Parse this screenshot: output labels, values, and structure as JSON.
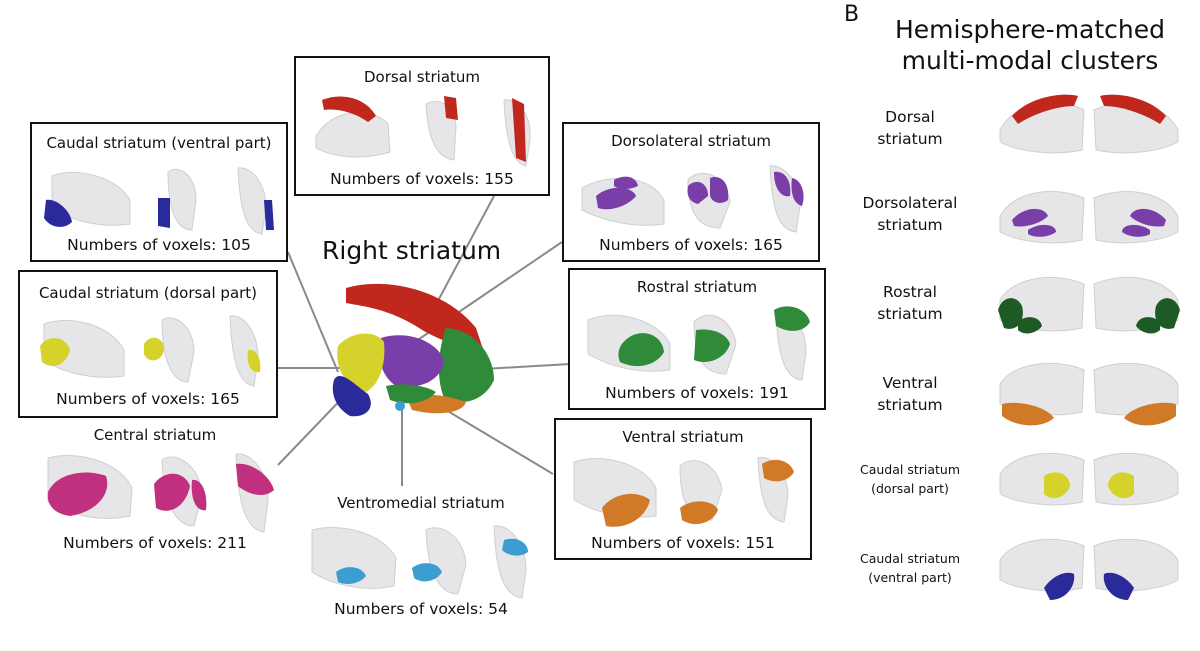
{
  "panel_b_label": "B",
  "center_title": "Right striatum",
  "panel_b_title": [
    "Hemisphere-matched",
    "multi-modal clusters"
  ],
  "colors": {
    "dorsal": "#c0281e",
    "dorsolateral": "#7a3ea8",
    "rostral": "#2f8a3a",
    "rostral_dark": "#1e5a26",
    "ventral": "#d07a28",
    "caudal_dorsal": "#d6d22c",
    "caudal_ventral": "#2a2a9a",
    "central": "#c0307e",
    "ventromedial": "#3c9ed0",
    "ghost": "#e6e6e8",
    "ghost_edge": "#cfcfd3"
  },
  "panels": {
    "dorsal": {
      "title": "Dorsal striatum",
      "voxels": "Numbers of voxels: 155"
    },
    "caudal_ventral": {
      "title": "Caudal striatum (ventral part)",
      "voxels": "Numbers of voxels: 105"
    },
    "dorsolateral": {
      "title": "Dorsolateral striatum",
      "voxels": "Numbers of voxels: 165"
    },
    "caudal_dorsal": {
      "title": "Caudal striatum (dorsal part)",
      "voxels": "Numbers of voxels: 165"
    },
    "rostral": {
      "title": "Rostral striatum",
      "voxels": "Numbers of voxels: 191"
    },
    "central": {
      "title": "Central striatum",
      "voxels": "Numbers of voxels: 211"
    },
    "ventral": {
      "title": "Ventral striatum",
      "voxels": "Numbers of voxels: 151"
    },
    "ventromedial": {
      "title": "Ventromedial striatum",
      "voxels": "Numbers of voxels: 54"
    }
  },
  "panel_b_rows": [
    {
      "lines": [
        "Dorsal",
        "striatum"
      ],
      "icon": "dorsal-cluster"
    },
    {
      "lines": [
        "Dorsolateral",
        "striatum"
      ],
      "icon": "dorsolateral-cluster"
    },
    {
      "lines": [
        "Rostral",
        "striatum"
      ],
      "icon": "rostral-cluster"
    },
    {
      "lines": [
        "Ventral",
        "striatum"
      ],
      "icon": "ventral-cluster"
    },
    {
      "lines": [
        "Caudal striatum",
        "(dorsal part)"
      ],
      "icon": "caudal-dorsal-cluster"
    },
    {
      "lines": [
        "Caudal striatum",
        "(ventral part)"
      ],
      "icon": "caudal-ventral-cluster"
    }
  ]
}
